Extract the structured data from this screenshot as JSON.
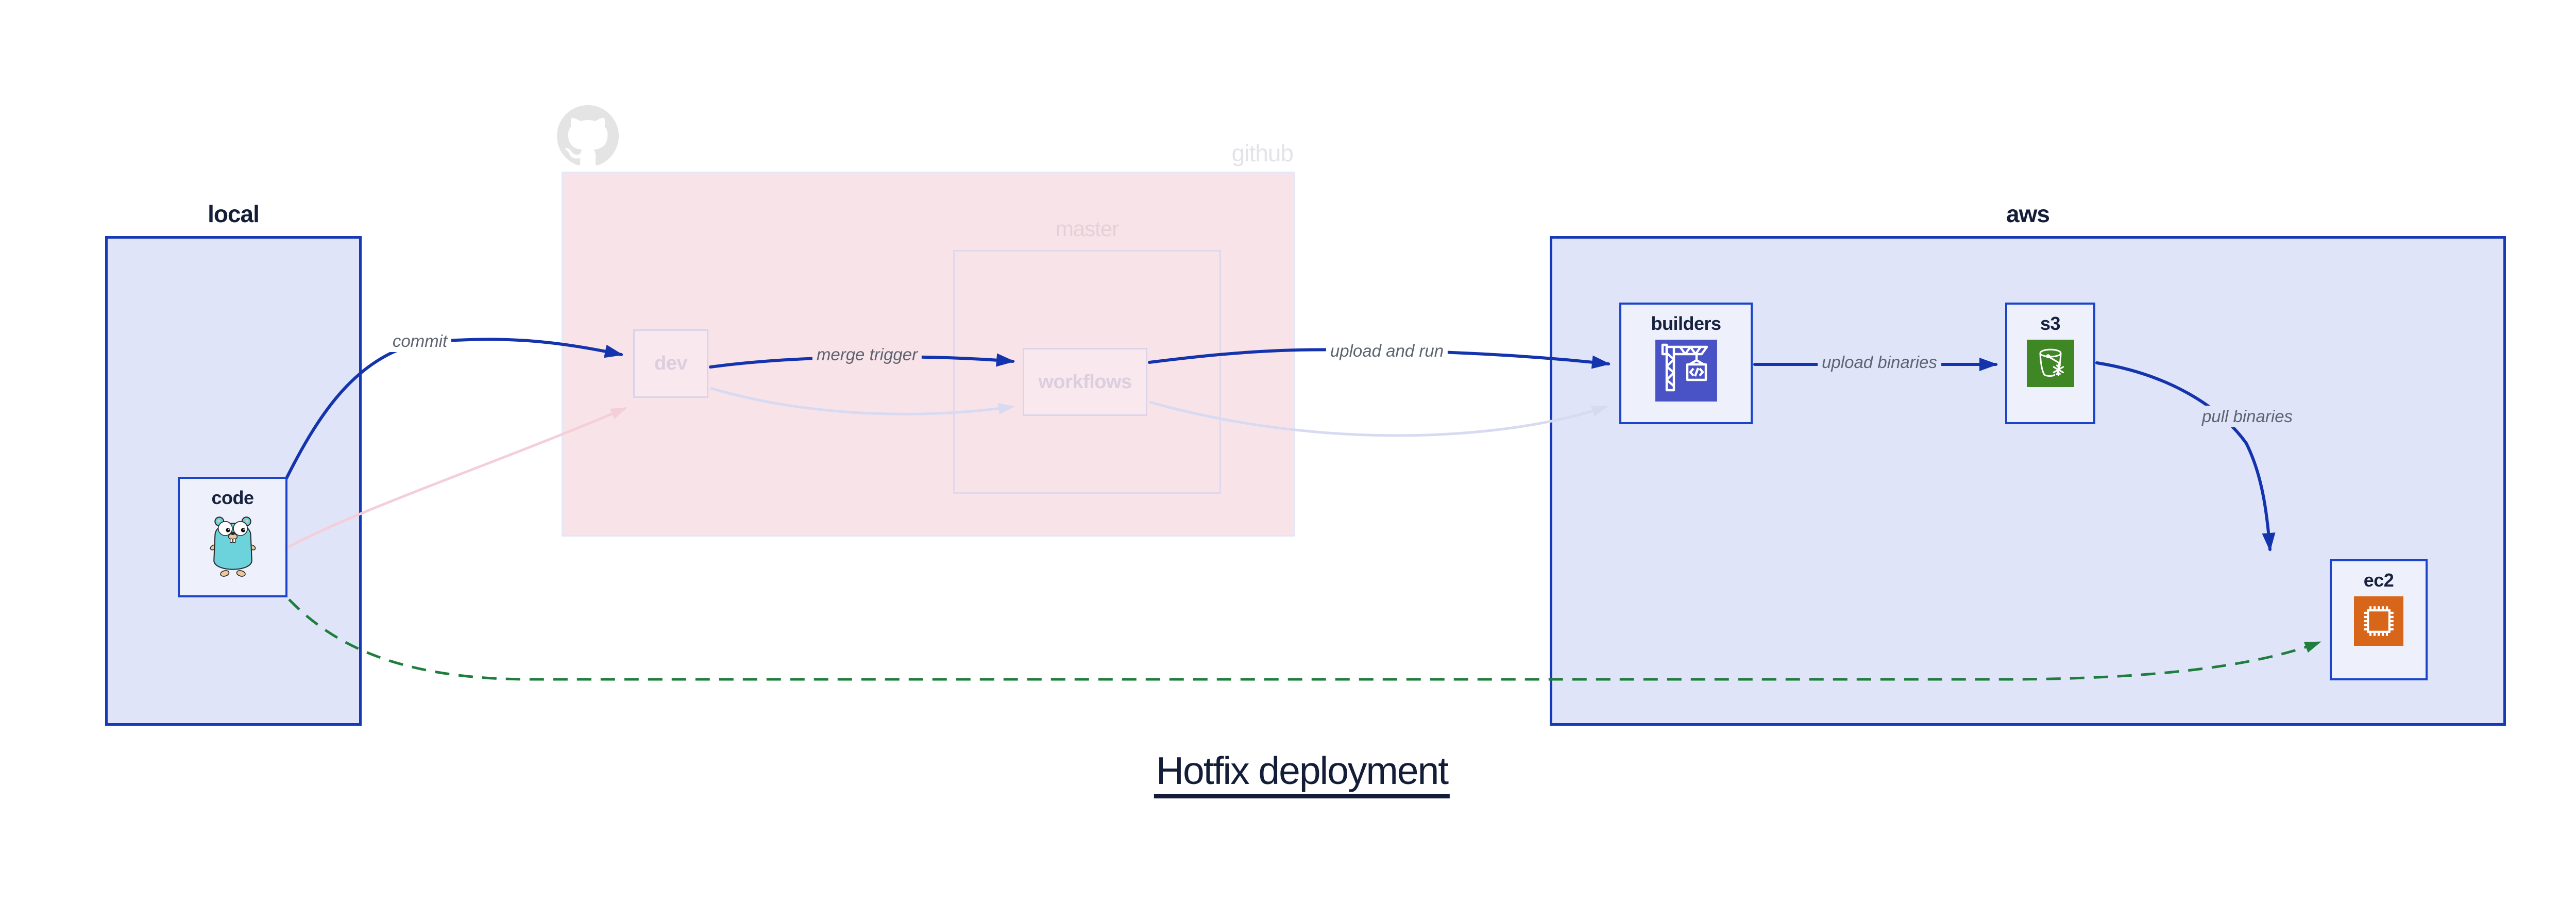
{
  "title": {
    "text": "Hotfix deployment"
  },
  "groups": {
    "local": {
      "label": "local"
    },
    "github": {
      "label": "github"
    },
    "master": {
      "label": "master"
    },
    "aws": {
      "label": "aws"
    }
  },
  "nodes": {
    "code": {
      "label": "code",
      "icon": "go-gopher-icon"
    },
    "dev": {
      "label": "dev"
    },
    "workflows": {
      "label": "workflows"
    },
    "builders": {
      "label": "builders",
      "icon": "codebuild-crane-icon"
    },
    "s3": {
      "label": "s3",
      "icon": "s3-glacier-bucket-icon"
    },
    "ec2": {
      "label": "ec2",
      "icon": "ec2-chip-icon"
    }
  },
  "edges": {
    "commit": {
      "label": "commit",
      "style": "solid-blue"
    },
    "merge_trigger": {
      "label": "merge trigger",
      "style": "solid-blue"
    },
    "upload_and_run": {
      "label": "upload and run",
      "style": "solid-blue"
    },
    "upload_binaries": {
      "label": "upload binaries",
      "style": "solid-blue"
    },
    "pull_binaries": {
      "label": "pull binaries",
      "style": "solid-blue"
    },
    "hotfix_path": {
      "label": "",
      "style": "dashed-green"
    },
    "faded_code_to_dev": {
      "label": "",
      "style": "faded-pink"
    },
    "faded_dev_to_workflows": {
      "label": "",
      "style": "faded-lavender"
    },
    "faded_workflows_to_builders": {
      "label": "",
      "style": "faded-lavender"
    }
  },
  "colors": {
    "group_border_blue": "#1639b8",
    "node_border_blue": "#1a44cb",
    "arrow_blue": "#1434ad",
    "arrow_green": "#1f7e3d",
    "faded_pink_arrow": "#f4cfd8",
    "faded_lavender_arrow": "#d7daf0",
    "container_fill": "#dfe4f9",
    "node_fill": "#eef1fb",
    "github_fill": "#f8e3e9",
    "codebuild_icon_bg": "#4a53c6",
    "s3_icon_bg": "#3f8624",
    "ec2_icon_bg": "#d8661a",
    "gopher_body": "#6cd3dd",
    "edge_label_text": "#5d6470",
    "title_text": "#141d38"
  }
}
